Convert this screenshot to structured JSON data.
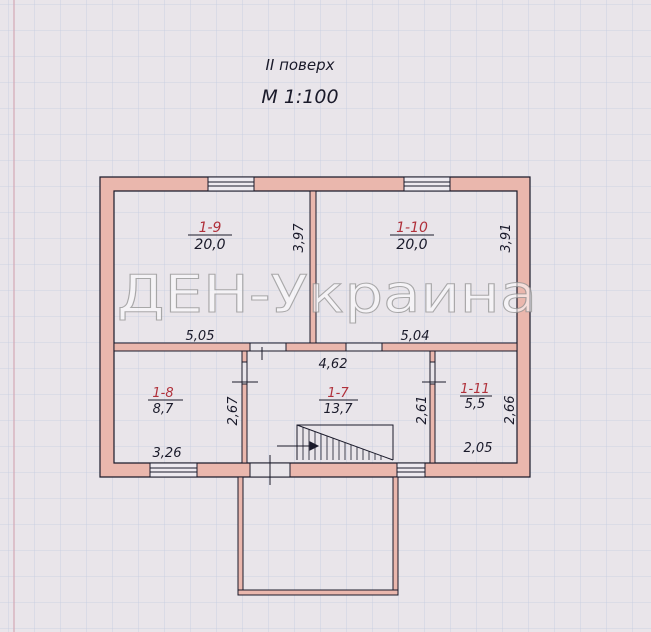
{
  "title": {
    "floor": "II поверх",
    "scale": "М 1:100"
  },
  "watermark": "ДЕН-Украина",
  "rooms": [
    {
      "id": "1-9",
      "area": "20,0",
      "width": "5,05",
      "depth": "3,97"
    },
    {
      "id": "1-10",
      "area": "20,0",
      "width": "5,04",
      "depth": "3,91"
    },
    {
      "id": "1-8",
      "area": "8,7",
      "width": "3,26",
      "depth": "2,67"
    },
    {
      "id": "1-7",
      "area": "13,7",
      "width": "4,62",
      "depth": "2,61"
    },
    {
      "id": "1-11",
      "area": "5,5",
      "width": "2,05",
      "depth": "2,66"
    }
  ],
  "colors": {
    "wall": "#eab7ad",
    "line": "#1a1a2a",
    "grid": "#b9c6dc",
    "paper": "#e9e5ea",
    "room_id": "#b0303a"
  }
}
